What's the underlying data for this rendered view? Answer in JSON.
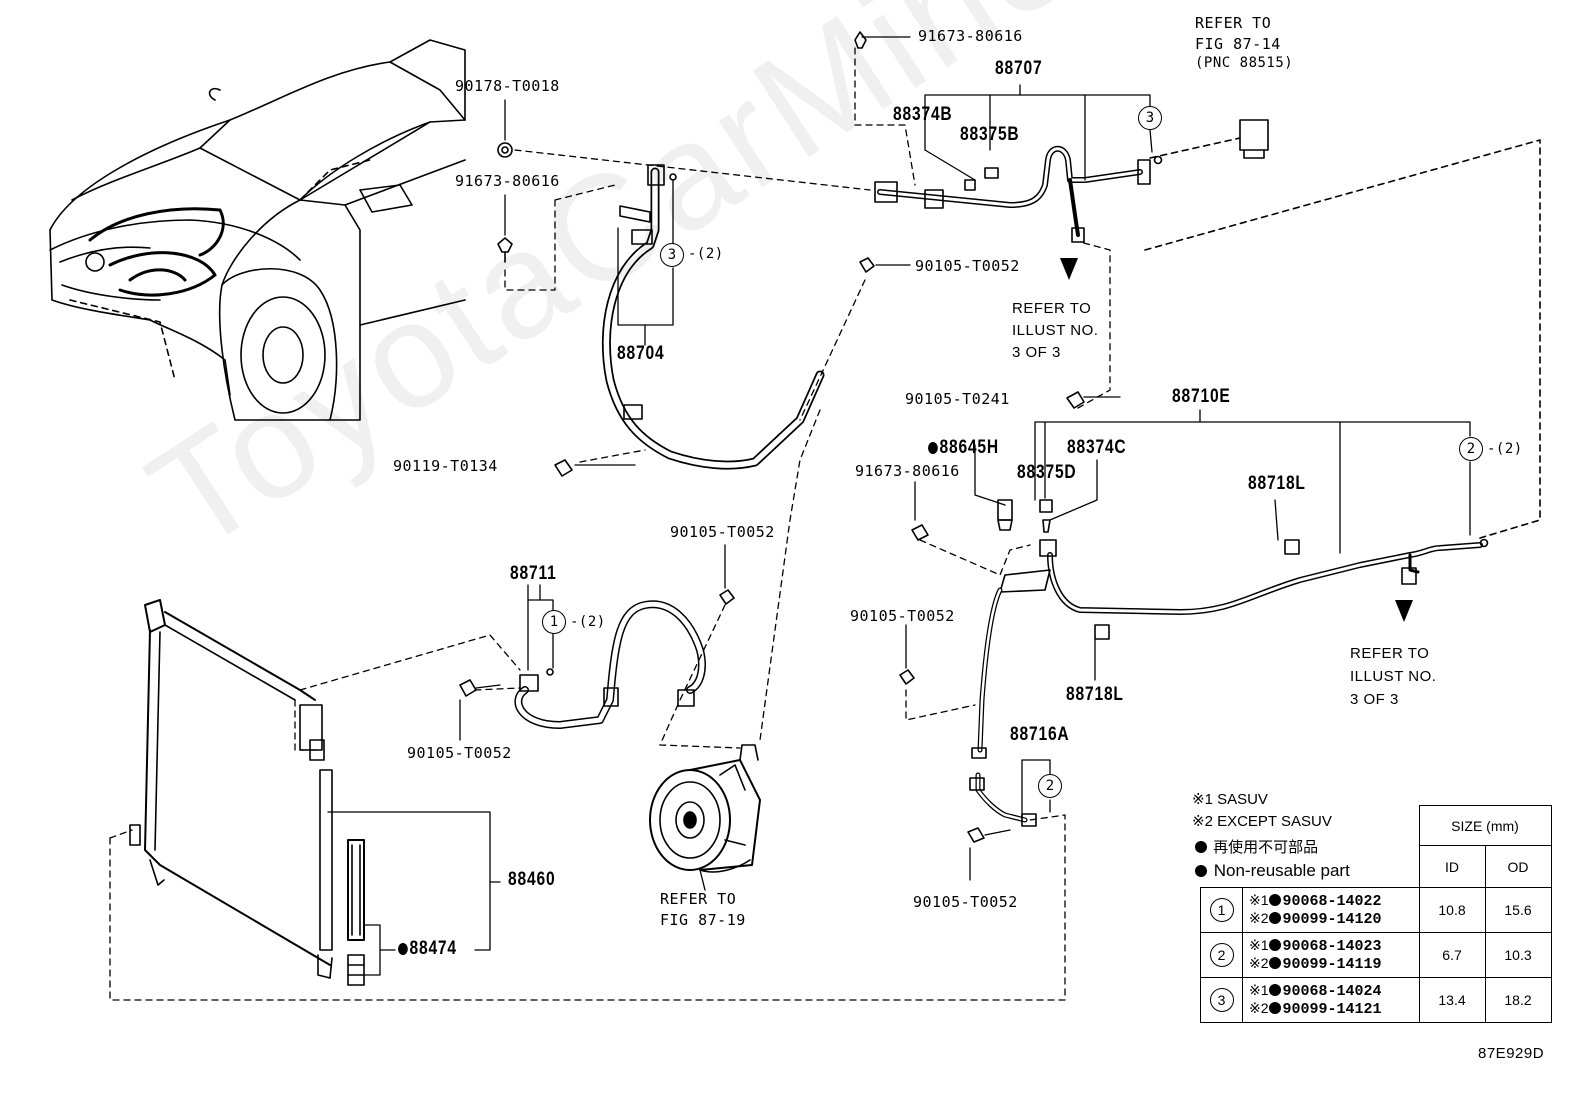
{
  "watermark": "ToyotaCarMine.ru",
  "figure_code": "87E929D",
  "labels": {
    "p_91673_80616_a": "91673-80616",
    "p_88707": "88707",
    "refer_fig_87_14_l1": "REFER TO",
    "refer_fig_87_14_l2": "FIG 87-14",
    "refer_fig_87_14_l3": "(PNC 88515)",
    "p_90178_T0018": "90178-T0018",
    "p_88374B": "88374B",
    "p_88375B": "88375B",
    "p_91673_80616_b": "91673-80616",
    "qty_3_2_a": "-(2)",
    "p_90105_T0052_a": "90105-T0052",
    "refer_illust_a_l1": "REFER TO",
    "refer_illust_a_l2": "ILLUST NO.",
    "refer_illust_a_l3": "3 OF 3",
    "p_88704": "88704",
    "p_90105_T0241": "90105-T0241",
    "p_88710E": "88710E",
    "p_88645H": "88645H",
    "p_88374C": "88374C",
    "p_88375D": "88375D",
    "qty_2_2_a": "-(2)",
    "p_90119_T0134": "90119-T0134",
    "p_91673_80616_c": "91673-80616",
    "p_88718L_a": "88718L",
    "p_90105_T0052_b": "90105-T0052",
    "p_88711": "88711",
    "qty_1_2": "-(2)",
    "p_90105_T0052_c": "90105-T0052",
    "refer_illust_b_l1": "REFER TO",
    "refer_illust_b_l2": "ILLUST NO.",
    "refer_illust_b_l3": "3 OF 3",
    "p_88718L_b": "88718L",
    "p_90105_T0052_d": "90105-T0052",
    "p_88716A": "88716A",
    "p_88460": "88460",
    "p_88474": "88474",
    "refer_fig_87_19_l1": "REFER TO",
    "refer_fig_87_19_l2": "FIG 87-19",
    "p_90105_T0052_e": "90105-T0052"
  },
  "circles": {
    "c3_top": "3",
    "c3_mid": "3",
    "c2_right": "2",
    "c1": "1",
    "c2_bottom": "2"
  },
  "legend": {
    "note1": "※1 SASUV",
    "note2": "※2 EXCEPT SASUV",
    "nonreusable_jp": "再使用不可部品",
    "nonreusable_en": "Non-reusable part"
  },
  "size_table": {
    "header_size": "SIZE (mm)",
    "header_id": "ID",
    "header_od": "OD",
    "rows": [
      {
        "ref": "1",
        "mark1": "※1",
        "part1": "90068-14022",
        "mark2": "※2",
        "part2": "90099-14120",
        "id": "10.8",
        "od": "15.6"
      },
      {
        "ref": "2",
        "mark1": "※1",
        "part1": "90068-14023",
        "mark2": "※2",
        "part2": "90099-14119",
        "id": "6.7",
        "od": "10.3"
      },
      {
        "ref": "3",
        "mark1": "※1",
        "part1": "90068-14024",
        "mark2": "※2",
        "part2": "90099-14121",
        "id": "13.4",
        "od": "18.2"
      }
    ]
  }
}
